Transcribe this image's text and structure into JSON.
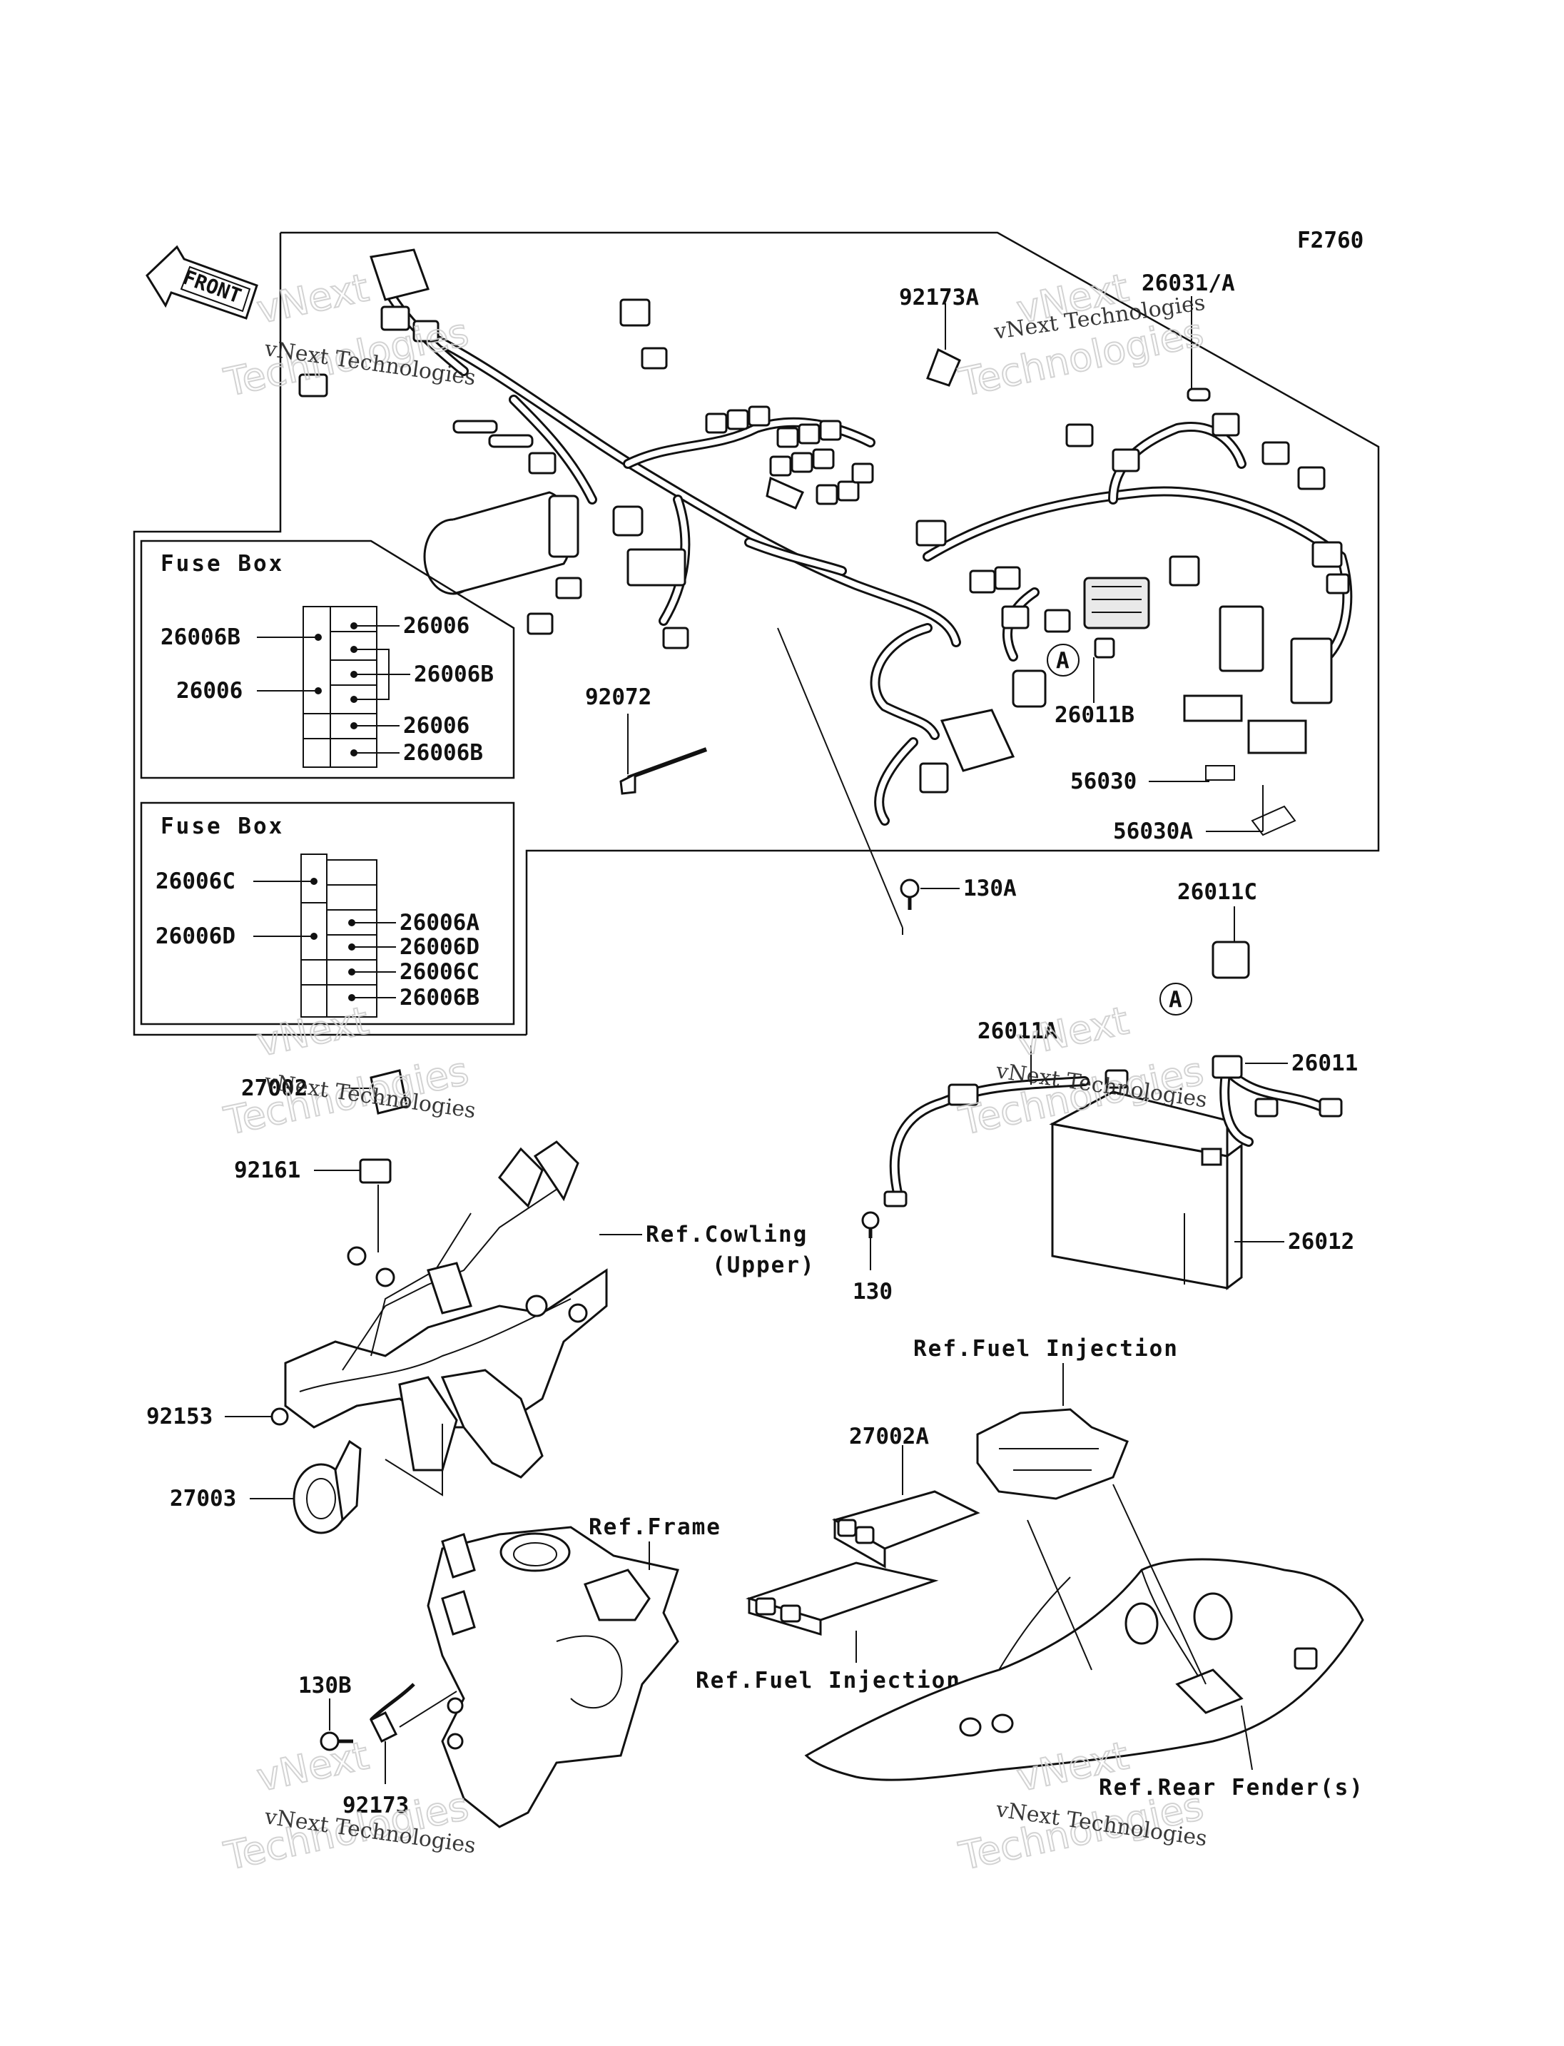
{
  "figure_code": "F2760",
  "front_label": "FRONT",
  "watermark": {
    "line1": "vNext Technologies",
    "line2": "Technologies",
    "line2_top": "vNext"
  },
  "fuse_box_1": {
    "title": "Fuse Box"
  },
  "fuse_box_2": {
    "title": "Fuse Box"
  },
  "callout_marker": "A",
  "labels": {
    "p92173A": "92173A",
    "p26031A": "26031/A",
    "p26006B_left": "26006B",
    "p26006_left": "26006",
    "p26006_a": "26006",
    "p26006B_a": "26006B",
    "p26006_b": "26006",
    "p26006B_b": "26006B",
    "p26006C_left": "26006C",
    "p26006D_left": "26006D",
    "p26006A": "26006A",
    "p26006D": "26006D",
    "p26006C": "26006C",
    "p26006B_c": "26006B",
    "p92072": "92072",
    "p26011B": "26011B",
    "p56030": "56030",
    "p56030A": "56030A",
    "p130A": "130A",
    "p26011C": "26011C",
    "p26011A": "26011A",
    "p26011": "26011",
    "p27002": "27002",
    "p92161": "92161",
    "p26012": "26012",
    "p130": "130",
    "p92153": "92153",
    "p27003": "27003",
    "p27002A": "27002A",
    "p130B": "130B",
    "p92173": "92173"
  },
  "refs": {
    "cowling_1": "Ref.Cowling",
    "cowling_2": "(Upper)",
    "fuel_injection_top": "Ref.Fuel Injection",
    "frame": "Ref.Frame",
    "fuel_injection_bottom": "Ref.Fuel Injection",
    "rear_fender": "Ref.Rear Fender(s)"
  }
}
